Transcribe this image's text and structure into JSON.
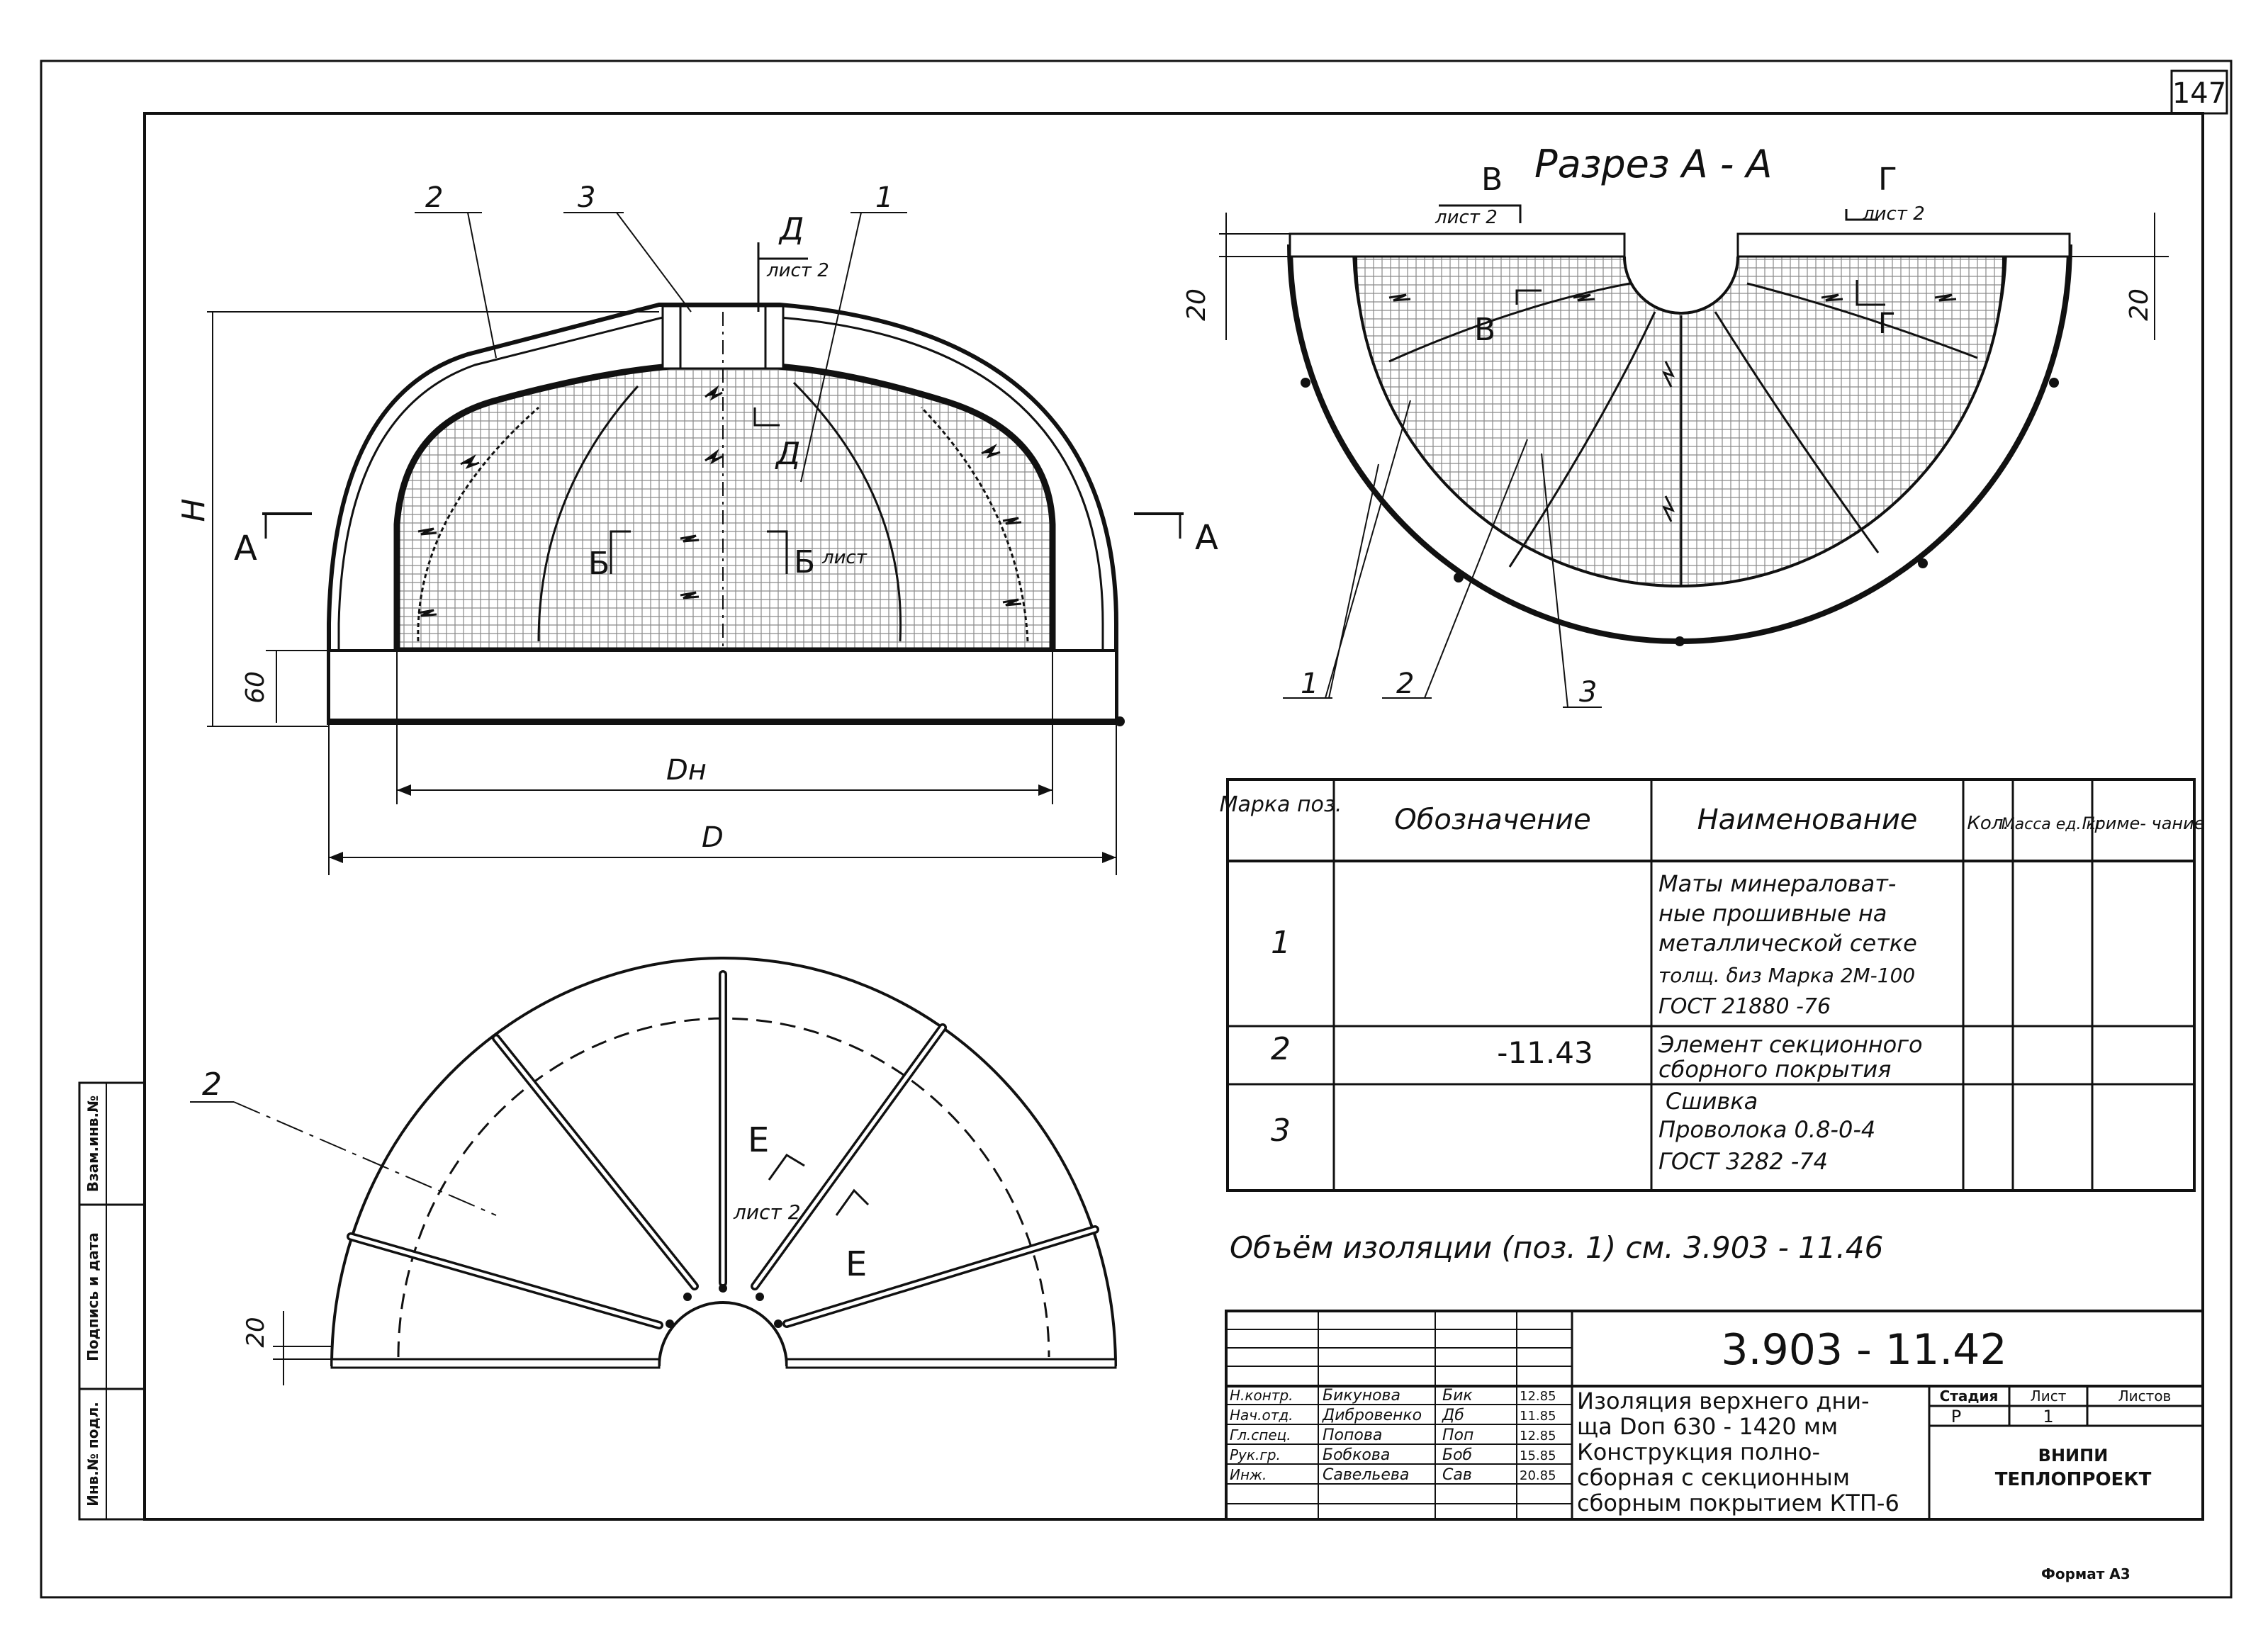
{
  "page_number": "147",
  "format_label": "Формат А3",
  "elevation_view": {
    "dim_height": "H",
    "dim_bottom_band": "60",
    "dim_inner_diameter": "Dн",
    "dim_outer_diameter": "D",
    "section_mark_left": "A",
    "section_mark_right": "A",
    "section_b_left": "Б",
    "section_b_right": "Б",
    "section_b_sheet": "лист",
    "section_d_top": "Д",
    "section_d_sheet": "лист 2",
    "section_d_inner": "Д",
    "callouts": [
      "2",
      "3",
      "1"
    ]
  },
  "section_view": {
    "title": "Разрез А - А",
    "mark_v": "В",
    "mark_v_sheet": "лист 2",
    "mark_g": "Г",
    "mark_g_sheet": "лист 2",
    "mark_v_inner": "В",
    "mark_g_inner": "Г",
    "dim_left": "20",
    "dim_right": "20",
    "callouts": [
      "1",
      "2",
      "3"
    ]
  },
  "plan_view": {
    "callout": "2",
    "dim_left": "20",
    "mark_e1": "Е",
    "mark_e1_sheet": "лист 2",
    "mark_e2": "Е"
  },
  "spec_table": {
    "headers": {
      "pos": "Марка поз.",
      "designation": "Обозначение",
      "name": "Наименование",
      "qty": "Кол.",
      "mass": "Масса ед. кг",
      "note": "Приме- чание"
    },
    "rows": [
      {
        "pos": "1",
        "designation": "",
        "name_lines": [
          "Маты минераловат-",
          "ные прошивные на",
          "металлической сетке",
          "толщ. δиз Марка 2М-100",
          "ГОСТ 21880 -76"
        ]
      },
      {
        "pos": "2",
        "designation": "-11.43",
        "name_lines": [
          "Элемент секционного",
          "сборного покрытия"
        ]
      },
      {
        "pos": "3",
        "designation": "",
        "name_lines": [
          "Сшивка",
          "Проволока 0.8-0-4",
          "ГОСТ 3282 -74"
        ]
      }
    ]
  },
  "note": "Объём изоляции (поз. 1) см. 3.903 - 11.46",
  "title_block": {
    "doc_number": "3.903 - 11.42",
    "roles": [
      "Н.контр.",
      "Нач.отд.",
      "Гл.спец.",
      "Рук.гр.",
      "Инж."
    ],
    "names": [
      "Бикунова",
      "Дибровенко",
      "Попова",
      "Бобкова",
      "Савельева"
    ],
    "signatures": [
      "Бик",
      "Дб",
      "Поп",
      "Боб",
      "Сав"
    ],
    "dates": [
      "12.85",
      "11.85",
      "12.85",
      "15.85",
      "20.85"
    ],
    "description_lines": [
      "Изоляция верхнего дни-",
      "ща Dоп 630 - 1420 мм",
      "Конструкция полно-",
      "сборная с секционным",
      "сборным покрытием КТП-6"
    ],
    "stage_label": "Стадия",
    "sheet_label": "Лист",
    "sheets_label": "Листов",
    "stage": "Р",
    "sheet": "1",
    "sheets": "",
    "org_line1": "ВНИПИ",
    "org_line2": "ТЕПЛОПРОЕКТ"
  },
  "side_stamp": {
    "labels": [
      "Взам.инв.№",
      "Подпись и дата",
      "Инв.№ подл."
    ]
  }
}
